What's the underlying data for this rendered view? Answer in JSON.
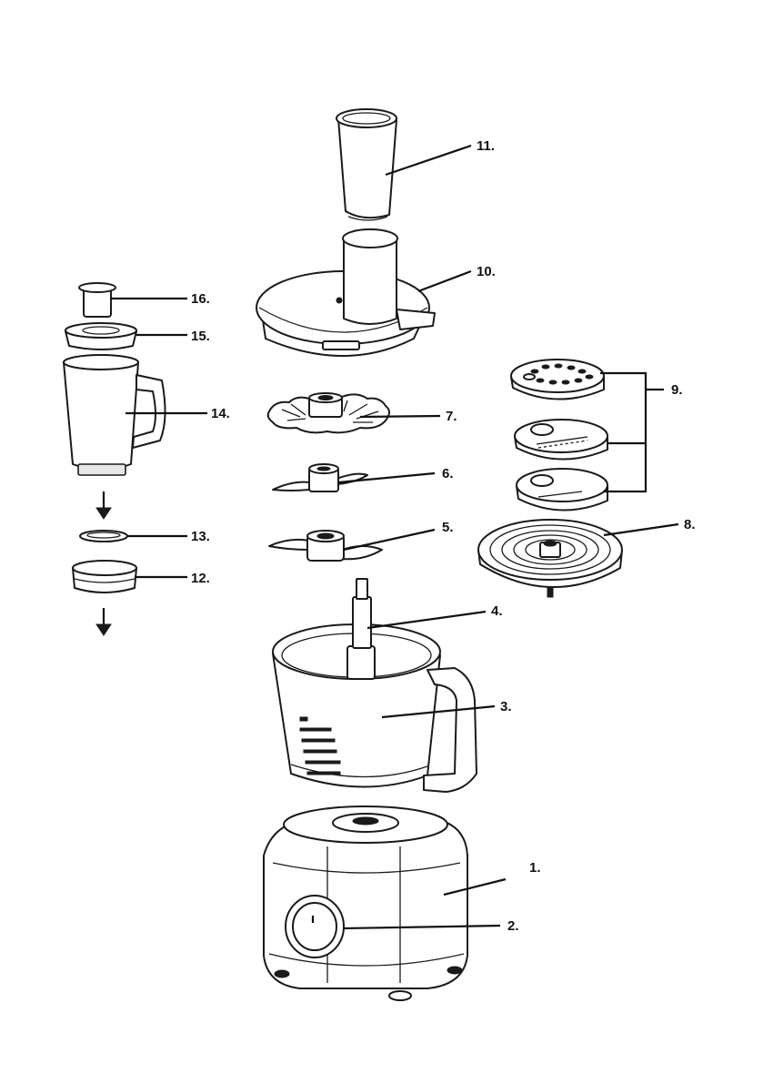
{
  "labels": {
    "l1": "1.",
    "l2": "2.",
    "l3": "3.",
    "l4": "4.",
    "l5": "5.",
    "l6": "6.",
    "l7": "7.",
    "l8": "8.",
    "l9": "9.",
    "l10": "10.",
    "l11": "11.",
    "l12": "12.",
    "l13": "13.",
    "l14": "14.",
    "l15": "15.",
    "l16": "16."
  },
  "colors": {
    "line": "#1a1a1a",
    "background": "#ffffff"
  }
}
